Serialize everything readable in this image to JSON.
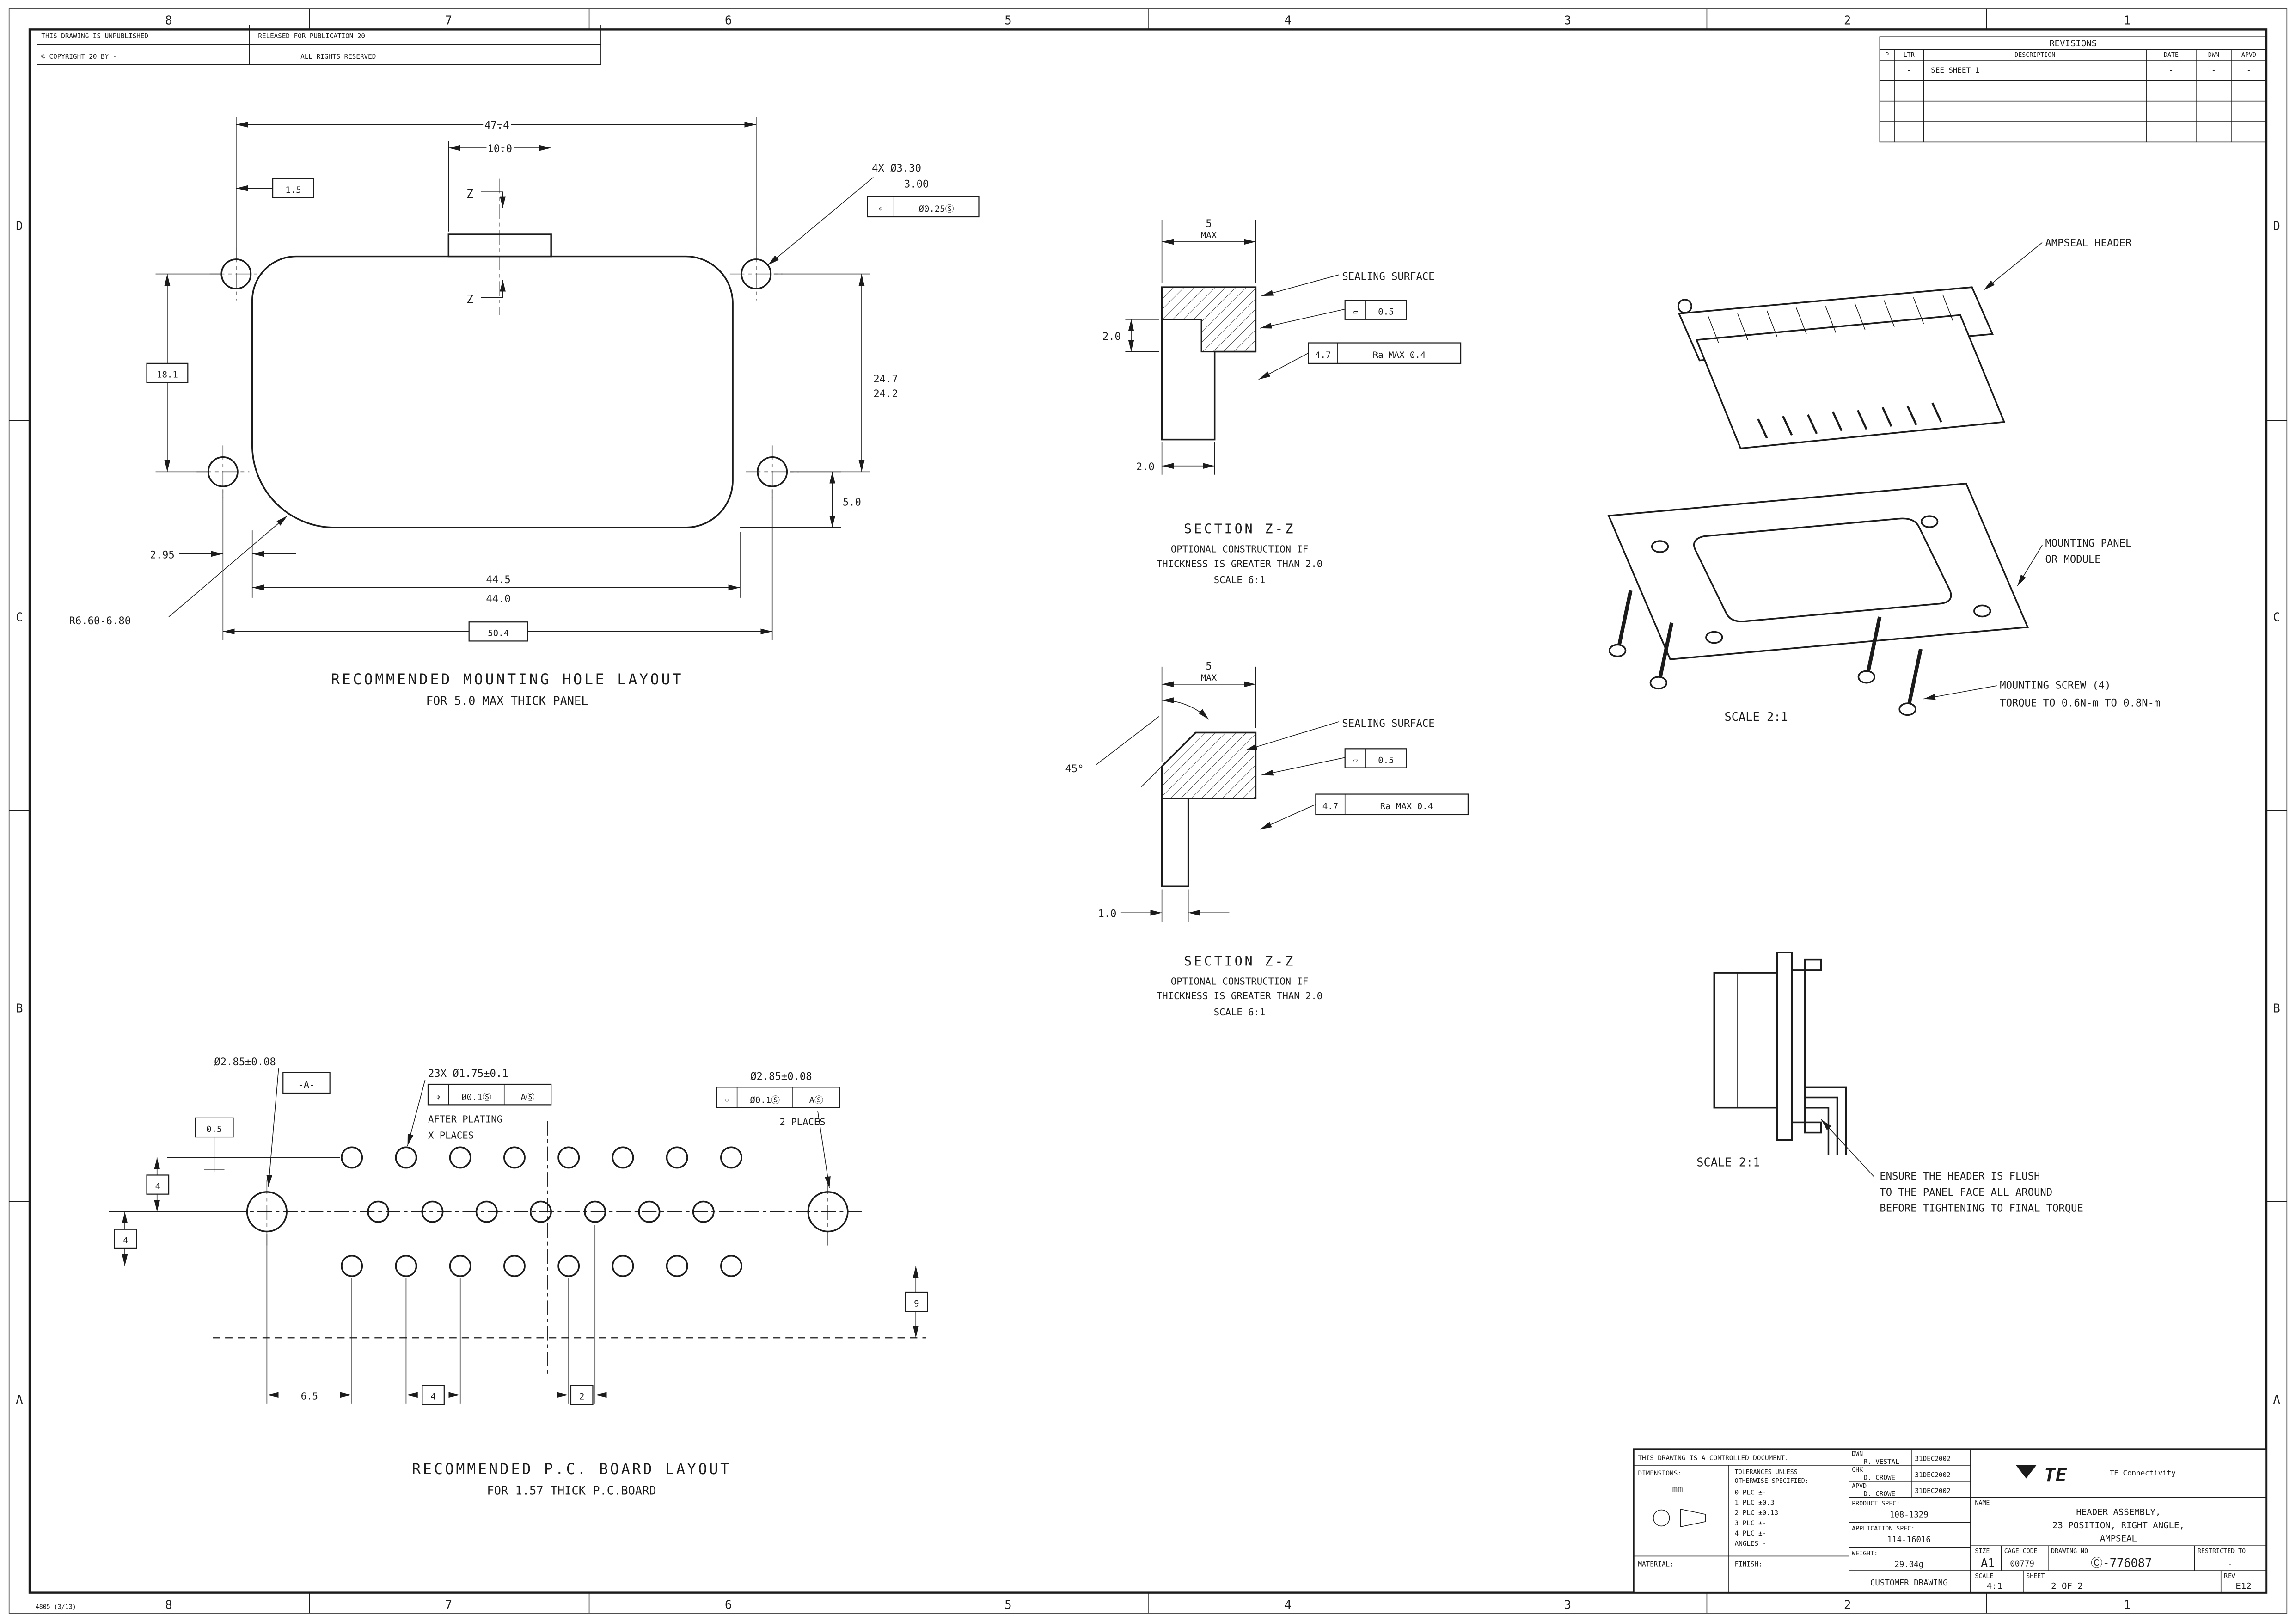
{
  "colors": {
    "ink": "#1b1b1b",
    "paper": "#ffffff"
  },
  "drawing": {
    "zones_top": [
      "8",
      "7",
      "6",
      "5",
      "4",
      "3",
      "2",
      "1"
    ],
    "zones_side": [
      "D",
      "C",
      "B",
      "A"
    ],
    "corner_note": "4805 (3/13)"
  },
  "stamp": {
    "unpublished": "THIS DRAWING IS UNPUBLISHED",
    "released": "RELEASED FOR PUBLICATION 20",
    "copyright": "© COPYRIGHT 20  BY -",
    "rights": "ALL RIGHTS RESERVED"
  },
  "revisions": {
    "title": "REVISIONS",
    "col_p": "P",
    "col_ltr": "LTR",
    "col_description": "DESCRIPTION",
    "col_date": "DATE",
    "col_dwn": "DWN",
    "col_apvd": "APVD",
    "row_ltr": "-",
    "row_description": "SEE SHEET 1",
    "row_date": "-",
    "row_dwn": "-",
    "row_apvd": "-"
  },
  "mounting_view": {
    "title": "RECOMMENDED MOUNTING HOLE LAYOUT",
    "subtitle": "FOR 5.0 MAX THICK PANEL",
    "dim_474": "47.4",
    "dim_100": "10.0",
    "dim_15": "1.5",
    "dim_181": "18.1",
    "dim_247": "24.7",
    "dim_242": "24.2",
    "dim_50": "5.0",
    "dim_295": "2.95",
    "dim_445": "44.5",
    "dim_440": "44.0",
    "dim_504": "50.4",
    "radius_note": "R6.60-6.80",
    "holes_note_1": "4X Ø3.30",
    "holes_note_2": "3.00",
    "gdt_symbol": "⌖",
    "gdt_value": "Ø0.25Ⓢ",
    "section_mark": "Z"
  },
  "section_a": {
    "title": "SECTION  Z-Z",
    "note1": "OPTIONAL CONSTRUCTION IF",
    "note2": "THICKNESS IS GREATER THAN 2.0",
    "scale": "SCALE  6:1",
    "dim_width": "5",
    "dim_width_max": "MAX",
    "dim_step": "2.0",
    "dim_bottom": "2.0",
    "sealing": "SEALING SURFACE",
    "flatness_symbol": "▱",
    "flatness_value": "0.5",
    "ra_value": "4.7",
    "ra_note": "Ra MAX 0.4"
  },
  "section_b": {
    "title": "SECTION  Z-Z",
    "note1": "OPTIONAL CONSTRUCTION IF",
    "note2": "THICKNESS IS GREATER THAN 2.0",
    "scale": "SCALE  6:1",
    "dim_width": "5",
    "dim_width_max": "MAX",
    "dim_angle": "45°",
    "dim_bottom": "1.0",
    "sealing": "SEALING SURFACE",
    "flatness_symbol": "▱",
    "flatness_value": "0.5",
    "ra_value": "4.7",
    "ra_note": "Ra MAX 0.4"
  },
  "assembly_view": {
    "label_header": "AMPSEAL HEADER",
    "label_panel_1": "MOUNTING PANEL",
    "label_panel_2": "OR MODULE",
    "label_screw_1": "MOUNTING SCREW (4)",
    "label_screw_2": "TORQUE TO 0.6N-m TO 0.8N-m",
    "scale": "SCALE  2:1"
  },
  "side_view": {
    "scale": "SCALE  2:1",
    "note1": "ENSURE THE HEADER IS FLUSH",
    "note2": "TO THE PANEL FACE ALL AROUND",
    "note3": "BEFORE TIGHTENING TO FINAL TORQUE"
  },
  "pcb_view": {
    "title": "RECOMMENDED P.C. BOARD LAYOUT",
    "subtitle": "FOR 1.57 THICK P.C.BOARD",
    "dia_left": "Ø2.85±0.08",
    "datum": "-A-",
    "pins_note": "23X Ø1.75±0.1",
    "gdt_symbol": "⌖",
    "gdt_tol": "Ø0.1Ⓢ",
    "gdt_datum": "AⓈ",
    "after_plating_1": "AFTER PLATING",
    "after_plating_2": "X PLACES",
    "dia_right": "Ø2.85±0.08",
    "places_note": "2 PLACES",
    "dim_05": "0.5",
    "dim_4a": "4",
    "dim_4b": "4",
    "dim_9": "9",
    "dim_65": "6.5",
    "dim_4c": "4",
    "dim_2": "2"
  },
  "title_block": {
    "controlled": "THIS DRAWING IS A CONTROLLED DOCUMENT.",
    "dwn_label": "DWN",
    "dwn_name": "R. VESTAL",
    "dwn_date": "31DEC2002",
    "chk_label": "CHK",
    "chk_name": "D. CROWE",
    "chk_date": "31DEC2002",
    "apvd_label": "APVD",
    "apvd_name": "D. CROWE",
    "apvd_date": "31DEC2002",
    "dimensions_label": "DIMENSIONS:",
    "units": "mm",
    "tolerances_label_1": "TOLERANCES UNLESS",
    "tolerances_label_2": "OTHERWISE SPECIFIED:",
    "tol_0": "0 PLC   ±-",
    "tol_1": "1 PLC   ±0.3",
    "tol_2": "2 PLC   ±0.13",
    "tol_3": "3 PLC   ±-",
    "tol_4": "4 PLC   ±-",
    "tol_angles": "ANGLES  -",
    "material_label": "MATERIAL:",
    "material_value": "-",
    "finish_label": "FINISH:",
    "finish_value": "-",
    "product_spec_label": "PRODUCT SPEC:",
    "product_spec_value": "108-1329",
    "application_spec_label": "APPLICATION SPEC:",
    "application_spec_value": "114-16016",
    "weight_label": "WEIGHT:",
    "weight_value": "29.04g",
    "customer_drawing": "CUSTOMER DRAWING",
    "brand": "TE",
    "brand_name": "TE Connectivity",
    "name_label": "NAME",
    "name_1": "HEADER ASSEMBLY,",
    "name_2": "23 POSITION, RIGHT ANGLE,",
    "name_3": "AMPSEAL",
    "size_label": "SIZE",
    "size_value": "A1",
    "cage_label": "CAGE CODE",
    "cage_value": "00779",
    "drawing_no_label": "DRAWING NO",
    "drawing_no_value": "Ⓒ-776087",
    "restricted_label": "RESTRICTED TO",
    "restricted_value": "-",
    "scale_label": "SCALE",
    "scale_value": "4:1",
    "sheet_label": "SHEET",
    "sheet_value": "2 OF 2",
    "rev_label": "REV",
    "rev_value": "E12"
  }
}
